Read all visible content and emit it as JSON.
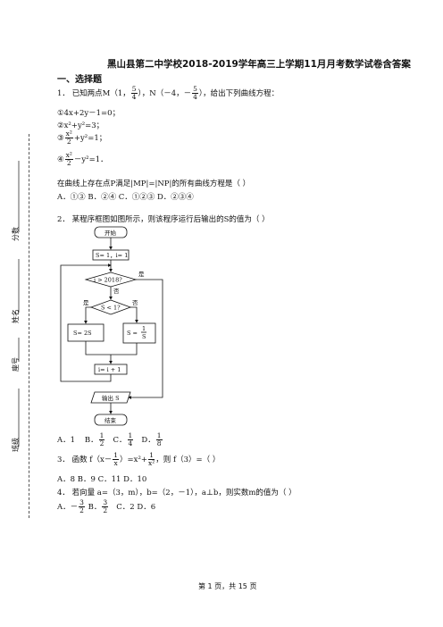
{
  "title": "黑山县第二中学校2018-2019学年高三上学期11月月考数学试卷含答案",
  "section": "一、选择题",
  "q1": {
    "stem": "1．  已知两点M（1，",
    "frac1_num": "5",
    "frac1_den": "4",
    "mid": "），N（－4，－",
    "frac2_num": "5",
    "frac2_den": "4",
    "tail": "），给出下列曲线方程：",
    "opt1": "①4x+2y－1=0；",
    "opt2": "②x²+y²=3；",
    "opt3_pre": "③",
    "opt3_num": "x²",
    "opt3_den": "2",
    "opt3_post": "+y²=1；",
    "opt4_pre": "④",
    "opt4_num": "x²",
    "opt4_den": "2",
    "opt4_post": "－y²=1．",
    "question": "在曲线上存在点P满足|MP|=|NP|的所有曲线方程是（          ）",
    "choices": "A．①③  B．②④  C．①②③    D．②③④"
  },
  "q2": {
    "stem": "2．  某程序框图如图所示，则该程序运行后输出的S的值为（          ）",
    "flow": {
      "start": "开始",
      "init": "S= 1，i= 1",
      "cond1": "i > 2018?",
      "yes": "是",
      "no": "否",
      "cond2": "S < 1?",
      "assign_left": "S= 2S",
      "assign_right_pre": "S =",
      "assign_right_num": "1",
      "assign_right_den": "S",
      "incr": "i= i + 1",
      "output": "输出 S",
      "end": "结束"
    },
    "choices_a": "A．1",
    "choices_b": "B．",
    "b_num": "1",
    "b_den": "2",
    "choices_c": "C．",
    "c_num": "1",
    "c_den": "4",
    "choices_d": "D．",
    "d_num": "1",
    "d_den": "8"
  },
  "q3": {
    "stem_pre": "3．  函数 f（x－",
    "n1": "1",
    "d1": "x",
    "mid": "）=x²+",
    "n2": "1",
    "d2": "x²",
    "tail": "，则 f（3）=（          ）",
    "choices": "A．8    B．9    C．11    D．10"
  },
  "q4": {
    "stem": "4．  若向量 a=（3，m），b=（2，－1），a⊥b，则实数m的值为（          ）",
    "a_pre": "A．－",
    "a_num": "3",
    "a_den": "2",
    "b_pre": "B．",
    "b_num": "3",
    "b_den": "2",
    "rest": "C．2     D．6"
  },
  "margin": {
    "score": "分数",
    "name": "姓名",
    "class": "座号",
    "grade": "班级"
  },
  "footer": "第 1 页，共 15 页"
}
